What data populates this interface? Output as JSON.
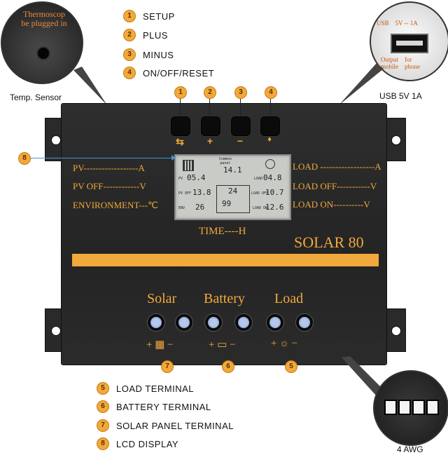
{
  "legend_top": [
    {
      "num": "1",
      "label": "SETUP"
    },
    {
      "num": "2",
      "label": "PLUS"
    },
    {
      "num": "3",
      "label": "MINUS"
    },
    {
      "num": "4",
      "label": "ON/OFF/RESET"
    }
  ],
  "legend_bottom": [
    {
      "num": "5",
      "label": "LOAD  TERMINAL"
    },
    {
      "num": "6",
      "label": "BATTERY  TERMINAL"
    },
    {
      "num": "7",
      "label": "SOLAR  PANEL  TERMINAL"
    },
    {
      "num": "8",
      "label": "LCD  DISPLAY"
    }
  ],
  "temp_sensor": {
    "inset_text": "Thermoscop\nbe plugged in",
    "caption": "Temp.  Sensor"
  },
  "usb": {
    "inset_top": "USB    5V -- 1A",
    "inset_bottom": "Output    for\nmobile    phone",
    "caption": "USB  5V  1A"
  },
  "awg": {
    "caption": "4  AWG"
  },
  "buttons": [
    {
      "num": "1",
      "symbol": "⇆"
    },
    {
      "num": "2",
      "symbol": "+"
    },
    {
      "num": "3",
      "symbol": "−"
    },
    {
      "num": "4",
      "symbol": "♦"
    }
  ],
  "lcd_marker": "8",
  "left_labels": [
    "PV------------------A",
    "PV  OFF------------V",
    "ENVIRONMENT---℃"
  ],
  "right_labels": [
    "LOAD ------------------A",
    "LOAD OFF-----------V",
    "LOAD ON----------V"
  ],
  "time_label": "TIME----H",
  "model": "SOLAR 80",
  "lcd": {
    "top_small": "Common\npanel",
    "center_top": "14.1",
    "left_vals": [
      "05.4",
      "13.8",
      "26"
    ],
    "left_tags": [
      "PV",
      "PV OFF",
      "ENV"
    ],
    "center_vals": [
      "24",
      "99"
    ],
    "right_vals": [
      "04.8",
      "10.7",
      "12.6"
    ],
    "right_tags": [
      "LOAD",
      "LOAD OFF",
      "LOAD ON"
    ]
  },
  "terminals": [
    {
      "title": "Solar",
      "num": "7",
      "sign": "+ ▦ −"
    },
    {
      "title": "Battery",
      "num": "6",
      "sign": "+ ▭ −"
    },
    {
      "title": "Load",
      "num": "5",
      "sign": "+ ☼ −"
    }
  ]
}
